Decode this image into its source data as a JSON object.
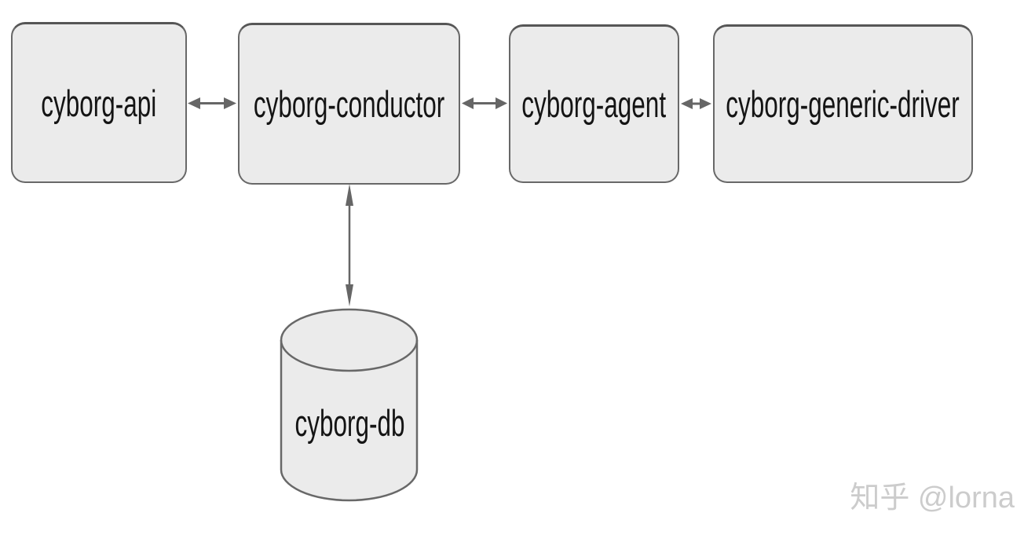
{
  "diagram": {
    "nodes": [
      {
        "id": "cyborg-api",
        "label": "cyborg-api",
        "shape": "rounded-rect"
      },
      {
        "id": "cyborg-conductor",
        "label": "cyborg-conductor",
        "shape": "rounded-rect"
      },
      {
        "id": "cyborg-agent",
        "label": "cyborg-agent",
        "shape": "rounded-rect"
      },
      {
        "id": "cyborg-generic-driver",
        "label": "cyborg-generic-driver",
        "shape": "rounded-rect"
      },
      {
        "id": "cyborg-db",
        "label": "cyborg-db",
        "shape": "cylinder"
      }
    ],
    "edges": [
      {
        "from": "cyborg-api",
        "to": "cyborg-conductor",
        "direction": "bidirectional",
        "orientation": "horizontal"
      },
      {
        "from": "cyborg-conductor",
        "to": "cyborg-agent",
        "direction": "bidirectional",
        "orientation": "horizontal"
      },
      {
        "from": "cyborg-agent",
        "to": "cyborg-generic-driver",
        "direction": "bidirectional",
        "orientation": "horizontal"
      },
      {
        "from": "cyborg-conductor",
        "to": "cyborg-db",
        "direction": "bidirectional",
        "orientation": "vertical"
      }
    ],
    "colors": {
      "background": "#ffffff",
      "node_fill": "#ebebeb",
      "node_border": "#686868",
      "arrow": "#666666",
      "text": "#141414",
      "watermark": "#cccccc"
    }
  },
  "watermark": {
    "text": "知乎 @lorna"
  }
}
